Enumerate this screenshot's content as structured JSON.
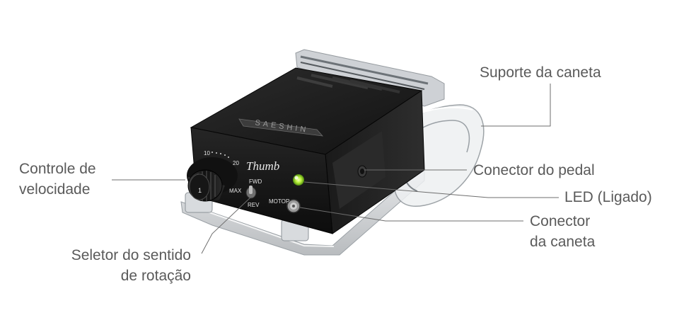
{
  "device": {
    "brand": "SAESHIN",
    "model": "Thumb",
    "dial_low": "10",
    "dial_mid": "20",
    "dial_max": "MAX",
    "switch_fwd": "FWD",
    "switch_rev": "REV",
    "port_motor": "MOTOR",
    "dial_mark": "1"
  },
  "labels": {
    "pen_holder": "Suporte da caneta",
    "speed_control_1": "Controle de",
    "speed_control_2": "velocidade",
    "pedal_connector": "Conector do pedal",
    "led": "LED (Ligado)",
    "pen_connector_1": "Conector",
    "pen_connector_2": "da caneta",
    "direction_1": "Seletor do sentido",
    "direction_2": "de rotação"
  },
  "colors": {
    "label_text": "#5a5a5a",
    "leader_line": "#6e6e6e",
    "body": "#1e1e1e",
    "led": "#b8f03a"
  }
}
